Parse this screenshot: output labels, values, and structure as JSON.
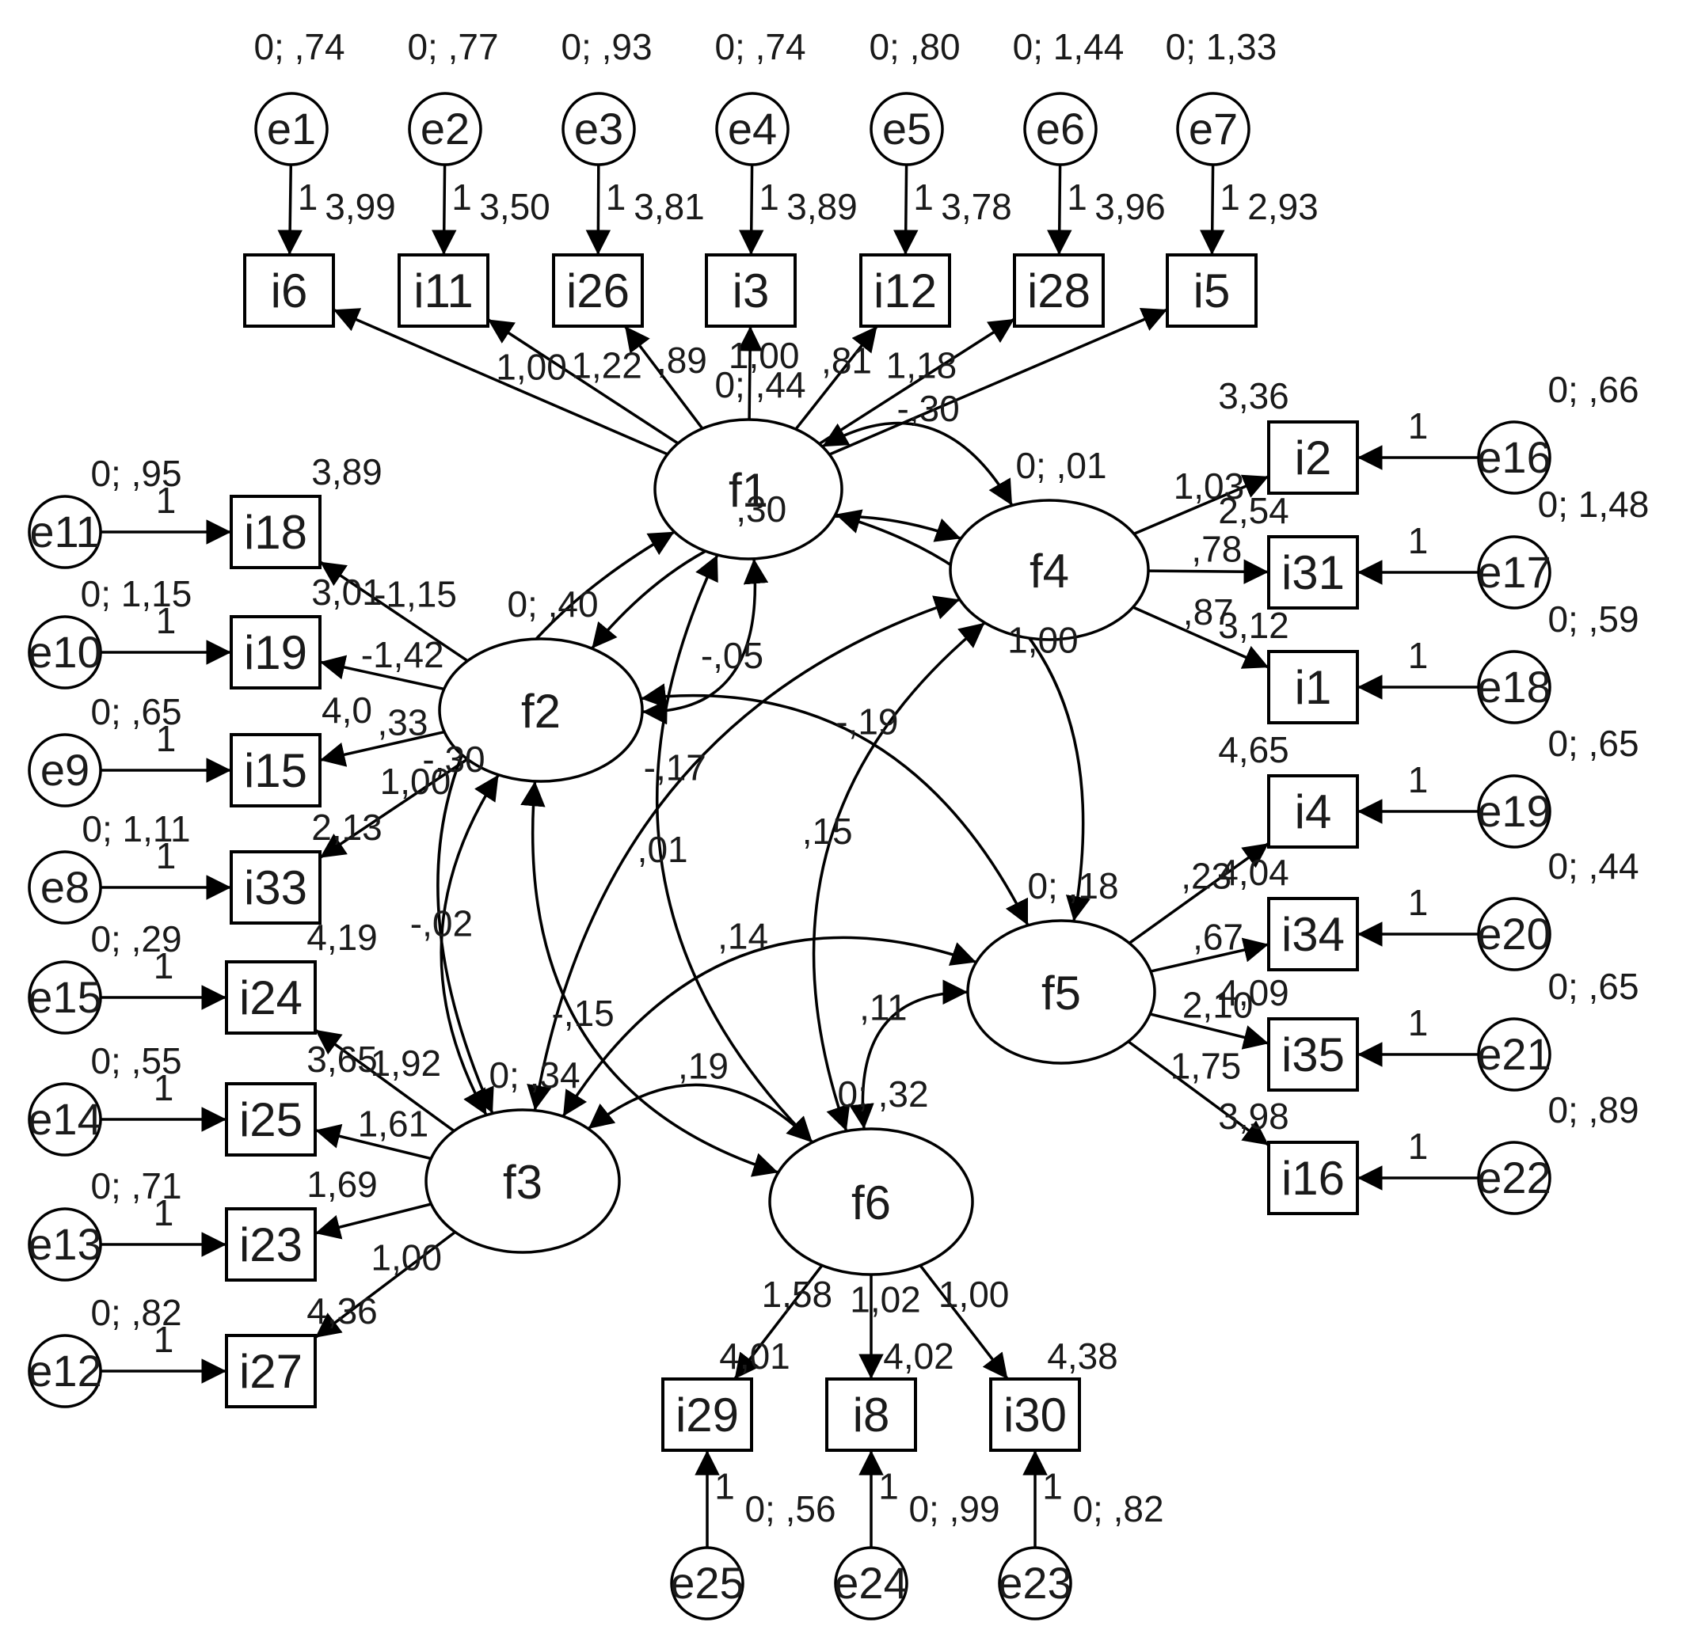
{
  "diagram": {
    "latent_factors": [
      {
        "id": "f1",
        "label": "f1"
      },
      {
        "id": "f2",
        "label": "f2"
      },
      {
        "id": "f3",
        "label": "f3"
      },
      {
        "id": "f4",
        "label": "f4"
      },
      {
        "id": "f5",
        "label": "f5"
      },
      {
        "id": "f6",
        "label": "f6"
      }
    ],
    "indicators": [
      {
        "id": "i6",
        "label": "i6",
        "factor": "f1"
      },
      {
        "id": "i11",
        "label": "i11",
        "factor": "f1"
      },
      {
        "id": "i26",
        "label": "i26",
        "factor": "f1"
      },
      {
        "id": "i3",
        "label": "i3",
        "factor": "f1"
      },
      {
        "id": "i12",
        "label": "i12",
        "factor": "f1"
      },
      {
        "id": "i28",
        "label": "i28",
        "factor": "f1"
      },
      {
        "id": "i5",
        "label": "i5",
        "factor": "f1"
      },
      {
        "id": "i18",
        "label": "i18",
        "factor": "f2"
      },
      {
        "id": "i19",
        "label": "i19",
        "factor": "f2"
      },
      {
        "id": "i15",
        "label": "i15",
        "factor": "f2"
      },
      {
        "id": "i33",
        "label": "i33",
        "factor": "f2"
      },
      {
        "id": "i24",
        "label": "i24",
        "factor": "f3"
      },
      {
        "id": "i25",
        "label": "i25",
        "factor": "f3"
      },
      {
        "id": "i23",
        "label": "i23",
        "factor": "f3"
      },
      {
        "id": "i27",
        "label": "i27",
        "factor": "f3"
      },
      {
        "id": "i2",
        "label": "i2",
        "factor": "f4"
      },
      {
        "id": "i31",
        "label": "i31",
        "factor": "f4"
      },
      {
        "id": "i1",
        "label": "i1",
        "factor": "f4"
      },
      {
        "id": "i4",
        "label": "i4",
        "factor": "f5"
      },
      {
        "id": "i34",
        "label": "i34",
        "factor": "f5"
      },
      {
        "id": "i35",
        "label": "i35",
        "factor": "f5"
      },
      {
        "id": "i16",
        "label": "i16",
        "factor": "f5"
      },
      {
        "id": "i29",
        "label": "i29",
        "factor": "f6"
      },
      {
        "id": "i8",
        "label": "i8",
        "factor": "f6"
      },
      {
        "id": "i30",
        "label": "i30",
        "factor": "f6"
      }
    ],
    "errors": [
      {
        "id": "e1",
        "label": "e1",
        "indicator": "i6",
        "estimate": "0; ,74",
        "weight": "1"
      },
      {
        "id": "e2",
        "label": "e2",
        "indicator": "i11",
        "estimate": "0; ,77",
        "weight": "1"
      },
      {
        "id": "e3",
        "label": "e3",
        "indicator": "i26",
        "estimate": "0; ,93",
        "weight": "1"
      },
      {
        "id": "e4",
        "label": "e4",
        "indicator": "i3",
        "estimate": "0; ,74",
        "weight": "1"
      },
      {
        "id": "e5",
        "label": "e5",
        "indicator": "i12",
        "estimate": "0; ,80",
        "weight": "1"
      },
      {
        "id": "e6",
        "label": "e6",
        "indicator": "i28",
        "estimate": "0; 1,44",
        "weight": "1"
      },
      {
        "id": "e7",
        "label": "e7",
        "indicator": "i5",
        "estimate": "0; 1,33",
        "weight": "1"
      },
      {
        "id": "e11",
        "label": "e11",
        "indicator": "i18",
        "estimate": "0; ,95",
        "weight": "1"
      },
      {
        "id": "e10",
        "label": "e10",
        "indicator": "i19",
        "estimate": "0; 1,15",
        "weight": "1"
      },
      {
        "id": "e9",
        "label": "e9",
        "indicator": "i15",
        "estimate": "0; ,65",
        "weight": "1"
      },
      {
        "id": "e8",
        "label": "e8",
        "indicator": "i33",
        "estimate": "0; 1,11",
        "weight": "1"
      },
      {
        "id": "e15",
        "label": "e15",
        "indicator": "i24",
        "estimate": "0; ,29",
        "weight": "1"
      },
      {
        "id": "e14",
        "label": "e14",
        "indicator": "i25",
        "estimate": "0; ,55",
        "weight": "1"
      },
      {
        "id": "e13",
        "label": "e13",
        "indicator": "i23",
        "estimate": "0; ,71",
        "weight": "1"
      },
      {
        "id": "e12",
        "label": "e12",
        "indicator": "i27",
        "estimate": "0; ,82",
        "weight": "1"
      },
      {
        "id": "e16",
        "label": "e16",
        "indicator": "i2",
        "estimate": "0; ,66",
        "weight": "1"
      },
      {
        "id": "e17",
        "label": "e17",
        "indicator": "i31",
        "estimate": "0; 1,48",
        "weight": "1"
      },
      {
        "id": "e18",
        "label": "e18",
        "indicator": "i1",
        "estimate": "0; ,59",
        "weight": "1"
      },
      {
        "id": "e19",
        "label": "e19",
        "indicator": "i4",
        "estimate": "0; ,65",
        "weight": "1"
      },
      {
        "id": "e20",
        "label": "e20",
        "indicator": "i34",
        "estimate": "0; ,44",
        "weight": "1"
      },
      {
        "id": "e21",
        "label": "e21",
        "indicator": "i35",
        "estimate": "0; ,65",
        "weight": "1"
      },
      {
        "id": "e22",
        "label": "e22",
        "indicator": "i16",
        "estimate": "0; ,89",
        "weight": "1"
      },
      {
        "id": "e25",
        "label": "e25",
        "indicator": "i29",
        "estimate": "0; ,56",
        "weight": "1"
      },
      {
        "id": "e24",
        "label": "e24",
        "indicator": "i8",
        "estimate": "0; ,99",
        "weight": "1"
      },
      {
        "id": "e23",
        "label": "e23",
        "indicator": "i30",
        "estimate": "0; ,82",
        "weight": "1"
      }
    ],
    "intercepts": [
      {
        "indicator": "i6",
        "value": "3,99"
      },
      {
        "indicator": "i11",
        "value": "3,50"
      },
      {
        "indicator": "i26",
        "value": "3,81"
      },
      {
        "indicator": "i3",
        "value": "3,89"
      },
      {
        "indicator": "i12",
        "value": "3,78"
      },
      {
        "indicator": "i28",
        "value": "3,96"
      },
      {
        "indicator": "i5",
        "value": "2,93"
      },
      {
        "indicator": "i18",
        "value": "3,89"
      },
      {
        "indicator": "i19",
        "value": "3,01"
      },
      {
        "indicator": "i15",
        "value": "4,0"
      },
      {
        "indicator": "i33",
        "value": "2,13"
      },
      {
        "indicator": "i24",
        "value": "4,19"
      },
      {
        "indicator": "i25",
        "value": "3,65"
      },
      {
        "indicator": "i23",
        "value": "1,69"
      },
      {
        "indicator": "i27",
        "value": "4,36"
      },
      {
        "indicator": "i2",
        "value": "3,36"
      },
      {
        "indicator": "i31",
        "value": "2,54"
      },
      {
        "indicator": "i1",
        "value": "3,12"
      },
      {
        "indicator": "i4",
        "value": "4,65"
      },
      {
        "indicator": "i34",
        "value": "4,04"
      },
      {
        "indicator": "i35",
        "value": "4,09"
      },
      {
        "indicator": "i16",
        "value": "3,98"
      },
      {
        "indicator": "i29",
        "value": "4,01"
      },
      {
        "indicator": "i8",
        "value": "4,02"
      },
      {
        "indicator": "i30",
        "value": "4,38"
      }
    ],
    "loadings": [
      {
        "factor": "f1",
        "indicator": "i6",
        "value": "1,00"
      },
      {
        "factor": "f1",
        "indicator": "i11",
        "value": "1,22"
      },
      {
        "factor": "f1",
        "indicator": "i26",
        "value": ",89"
      },
      {
        "factor": "f1",
        "indicator": "i3",
        "value": "1,00"
      },
      {
        "factor": "f1",
        "indicator": "i12",
        "value": ",81"
      },
      {
        "factor": "f1",
        "indicator": "i28",
        "value": "1,18"
      },
      {
        "factor": "f2",
        "indicator": "i18",
        "value": "-1,15"
      },
      {
        "factor": "f2",
        "indicator": "i19",
        "value": "-1,42"
      },
      {
        "factor": "f2",
        "indicator": "i15",
        "value": ",33"
      },
      {
        "factor": "f2",
        "indicator": "i33",
        "value": "1,00"
      },
      {
        "factor": "f3",
        "indicator": "i24",
        "value": "1,92"
      },
      {
        "factor": "f3",
        "indicator": "i25",
        "value": "1,61"
      },
      {
        "factor": "f3",
        "indicator": "i27",
        "value": "1,00"
      },
      {
        "factor": "f4",
        "indicator": "i2",
        "value": "1,03"
      },
      {
        "factor": "f4",
        "indicator": "i31",
        "value": ",78"
      },
      {
        "factor": "f4",
        "indicator": "i1",
        "value": ",87"
      },
      {
        "factor": "f5",
        "indicator": "i4",
        "value": ",23"
      },
      {
        "factor": "f5",
        "indicator": "i34",
        "value": ",67"
      },
      {
        "factor": "f5",
        "indicator": "i35",
        "value": "2,10"
      },
      {
        "factor": "f5",
        "indicator": "i16",
        "value": "1,75"
      },
      {
        "factor": "f6",
        "indicator": "i29",
        "value": "1,58"
      },
      {
        "factor": "f6",
        "indicator": "i8",
        "value": "1,02"
      },
      {
        "factor": "f6",
        "indicator": "i30",
        "value": "1,00"
      }
    ],
    "factor_variances": [
      {
        "factor": "f1",
        "value": "0; ,44"
      },
      {
        "factor": "f2",
        "value": "0; ,40"
      },
      {
        "factor": "f3",
        "value": "0; ,34"
      },
      {
        "factor": "f4",
        "value": "0; ,01"
      },
      {
        "factor": "f5",
        "value": "0; ,18"
      },
      {
        "factor": "f6",
        "value": "0; ,32"
      }
    ],
    "covariances": [
      {
        "from": "f1",
        "to": "f2",
        "value": "-,05"
      },
      {
        "from": "f1",
        "to": "f3",
        "value": "-,30"
      },
      {
        "from": "f1",
        "to": "f4",
        "value": "-,30"
      },
      {
        "from": "f2",
        "to": "f4",
        "value": ",30"
      },
      {
        "from": "f2",
        "to": "f5",
        "value": "-,19"
      },
      {
        "from": "f2",
        "to": "f6",
        "value": "-,15"
      },
      {
        "from": "f3",
        "to": "f6",
        "value": ",19"
      },
      {
        "from": "f4",
        "to": "f6",
        "value": ",15"
      },
      {
        "from": "f3",
        "to": "f5",
        "value": ",14"
      },
      {
        "from": "f5",
        "to": "f6",
        "value": ",11"
      },
      {
        "from": "f2",
        "to": "f3",
        "value": "-,02"
      },
      {
        "from": "f1",
        "to": "f5",
        "value": "1,00"
      },
      {
        "from": "f3",
        "to": "f4",
        "value": "-,17"
      },
      {
        "from": "f1",
        "to": "f6",
        "value": ",01"
      }
    ]
  }
}
